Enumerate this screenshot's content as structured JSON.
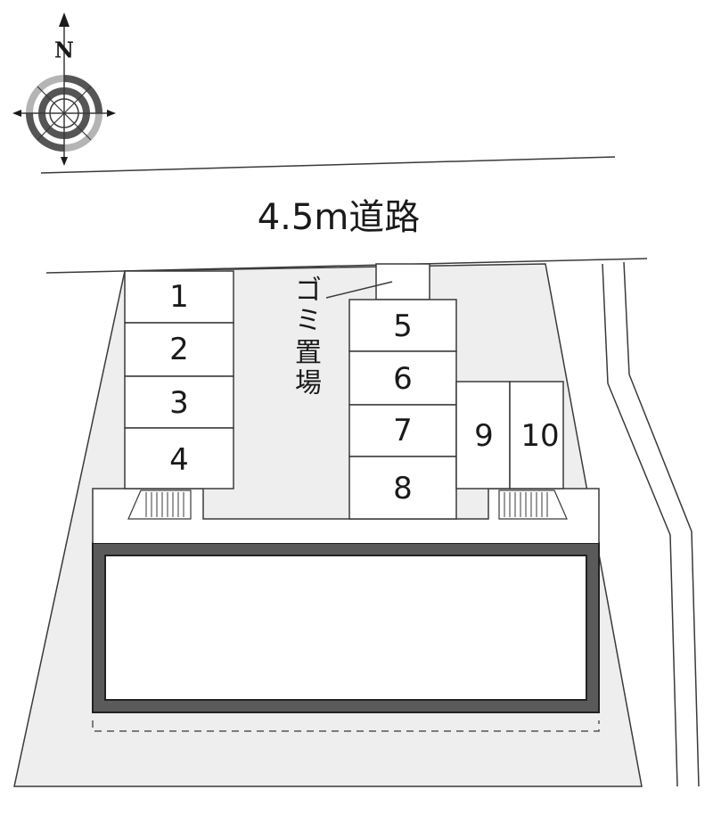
{
  "compass": {
    "north_label": "N"
  },
  "road": {
    "label": "4.5m道路"
  },
  "garbage": {
    "chars": [
      "ゴ",
      "ミ",
      "置",
      "場"
    ]
  },
  "parking": {
    "spaces": [
      "1",
      "2",
      "3",
      "4",
      "5",
      "6",
      "7",
      "8",
      "9",
      "10"
    ]
  },
  "colors": {
    "lot_fill": "#eeeeee",
    "line": "#3a3a3a",
    "building_outline": "#5a5a5a",
    "compass_dark": "#555555",
    "compass_light": "#b4b4b4"
  }
}
